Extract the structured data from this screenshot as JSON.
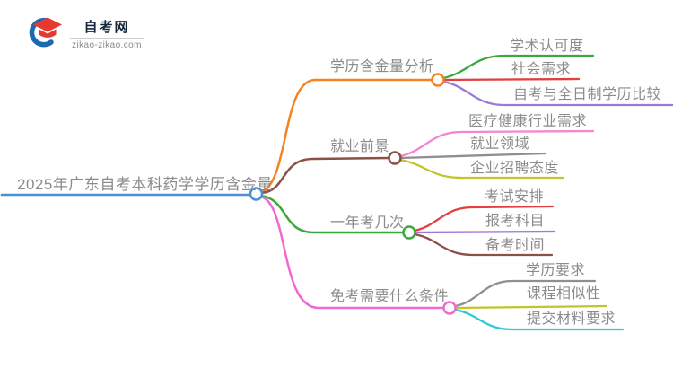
{
  "logo": {
    "title": "自考网",
    "domain": "zikao-zikao.com",
    "icon_blue": "#1c69b2",
    "icon_red": "#e8392e",
    "title_color": "#16263c"
  },
  "text_color": "#8b8b8b",
  "root": {
    "label": "2025年广东自考本科药学学历含金量",
    "color": "#4a90d5"
  },
  "branches": [
    {
      "label": "学历含金量分析",
      "color": "#f5831f",
      "children": [
        {
          "label": "学术认可度",
          "color": "#3aa83f"
        },
        {
          "label": "社会需求",
          "color": "#e04040"
        },
        {
          "label": "自考与全日制学历比较",
          "color": "#9c79d6"
        }
      ]
    },
    {
      "label": "就业前景",
      "color": "#8d5047",
      "children": [
        {
          "label": "医疗健康行业需求",
          "color": "#f287d5"
        },
        {
          "label": "就业领域",
          "color": "#8f8f8f"
        },
        {
          "label": "企业招聘态度",
          "color": "#c3c32a"
        }
      ]
    },
    {
      "label": "一年考几次",
      "color": "#3aa83f",
      "children": [
        {
          "label": "考试安排",
          "color": "#e04040"
        },
        {
          "label": "报考科目",
          "color": "#9c79d6"
        },
        {
          "label": "备考时间",
          "color": "#8d5047"
        }
      ]
    },
    {
      "label": "免考需要什么条件",
      "color": "#ef6ad0",
      "children": [
        {
          "label": "学历要求",
          "color": "#8f8f8f"
        },
        {
          "label": "课程相似性",
          "color": "#c3c32a"
        },
        {
          "label": "提交材料要求",
          "color": "#30c7d8"
        }
      ]
    }
  ]
}
